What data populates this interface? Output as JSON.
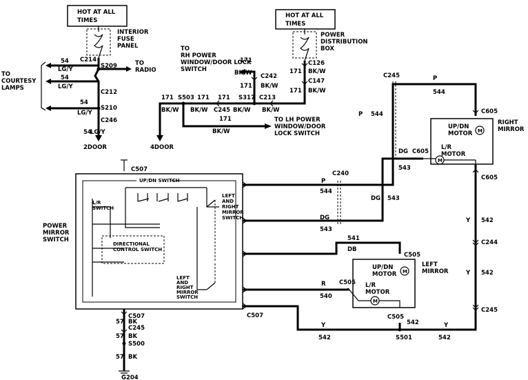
{
  "hot_at_all_times_1": [
    "HOT AT ALL",
    "TIMES"
  ],
  "hot_at_all_times_2": [
    "HOT AT ALL",
    "TIMES"
  ],
  "interior_fuse_panel": [
    "INTERIOR",
    "FUSE",
    "PANEL"
  ],
  "power_distribution_box": [
    "POWER",
    "DISTRIBUTION",
    "BOX"
  ],
  "to_radio": [
    "TO",
    "RADIO"
  ],
  "to_courtesy_lamps": [
    "TO",
    "COURTESY",
    "LAMPS"
  ],
  "to_rh_power_window": [
    "TO",
    "RH POWER",
    "WINDOW/DOOR LOCK",
    "SWITCH"
  ],
  "to_lh_power_window": [
    "TO LH POWER",
    "WINDOW/DOOR",
    "LOCK SWITCH"
  ],
  "right_mirror": [
    "RIGHT",
    "MIRROR"
  ],
  "left_mirror": [
    "LEFT",
    "MIRROR"
  ],
  "power_mirror_switch": [
    "POWER",
    "MIRROR",
    "SWITCH"
  ],
  "up_dn_motor": [
    "UP/DN",
    "MOTOR"
  ],
  "l_r_motor": [
    "L/R",
    "MOTOR"
  ],
  "up_dn_switch": "UP/DN SWITCH",
  "l_r_switch": [
    "L/R",
    "SWITCH"
  ],
  "directional_control_switch": [
    "DIRECTIONAL",
    "CONTROL SWITCH"
  ],
  "left_right_mirror_switch_upper": [
    "LEFT",
    "AND",
    "RIGHT",
    "MIRROR",
    "SWITCH"
  ],
  "left_right_mirror_switch_lower": [
    "LEFT",
    "AND",
    "RIGHT",
    "MIRROR",
    "SWITCH"
  ],
  "door_variants": [
    "2DOOR",
    "4DOOR"
  ],
  "connectors": {
    "c214": "C214",
    "s209": "S209",
    "c212": "C212",
    "s210": "S210",
    "c246": "C246",
    "s503": "S503",
    "c245_a": "C245",
    "s317": "S317",
    "c213": "C213",
    "c242": "C242",
    "c126": "C126",
    "c147": "C147",
    "c245_top": "C245",
    "c605_a": "C605",
    "c605_b": "C605",
    "c605_c": "C605",
    "c240": "C240",
    "c507_top": "C507",
    "c507_mid": "C507",
    "c507_bot": "C507",
    "c245_bot": "C245",
    "s500": "S500",
    "g204": "G204",
    "c505_a": "C505",
    "c505_b": "C505",
    "c505_c": "C505",
    "s501": "S501",
    "c244": "C244",
    "c245_right": "C245"
  },
  "circuits": {
    "c54": "54",
    "c171": "171",
    "c544": "544",
    "c543": "543",
    "c541": "541",
    "c540": "540",
    "c542": "542",
    "c57": "57"
  },
  "colors": {
    "lg_y": "LG/Y",
    "bk_w": "BK/W",
    "p": "P",
    "dg": "DG",
    "db": "DB",
    "r": "R",
    "y": "Y",
    "bk": "BK"
  }
}
